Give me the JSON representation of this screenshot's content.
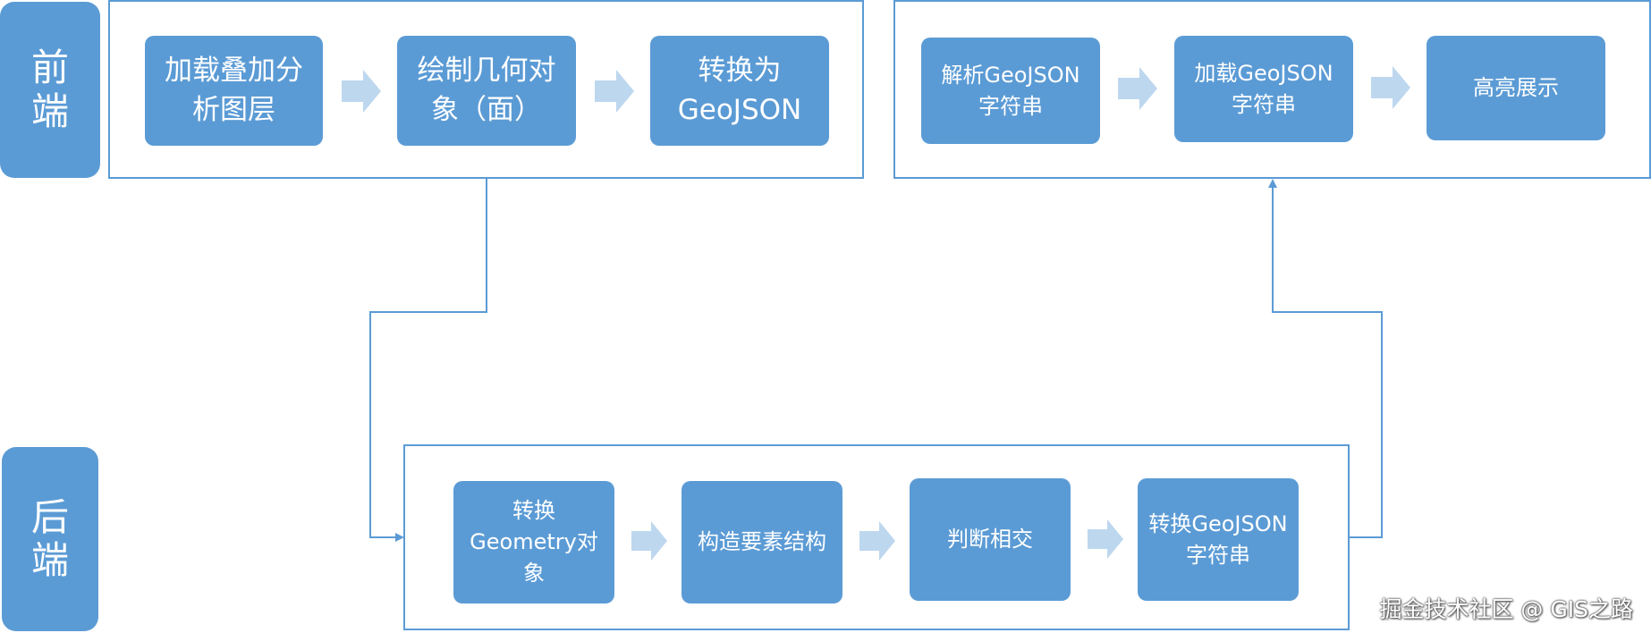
{
  "lanes": {
    "frontend": "前端",
    "backend": "后端"
  },
  "frontend_left": {
    "steps": [
      "加载叠加分析图层",
      "绘制几何对象（面）",
      "转换为GeoJSON"
    ]
  },
  "frontend_right": {
    "steps": [
      "解析GeoJSON字符串",
      "加载GeoJSON字符串",
      "高亮展示"
    ]
  },
  "backend": {
    "steps": [
      "转换Geometry对象",
      "构造要素结构",
      "判断相交",
      "转换GeoJSON字符串"
    ]
  },
  "watermark": "掘金技术社区 @ GIS之路",
  "colors": {
    "box": "#5b9bd5",
    "arrow_fill": "#bdd7ee",
    "border": "#5b9bd5"
  }
}
